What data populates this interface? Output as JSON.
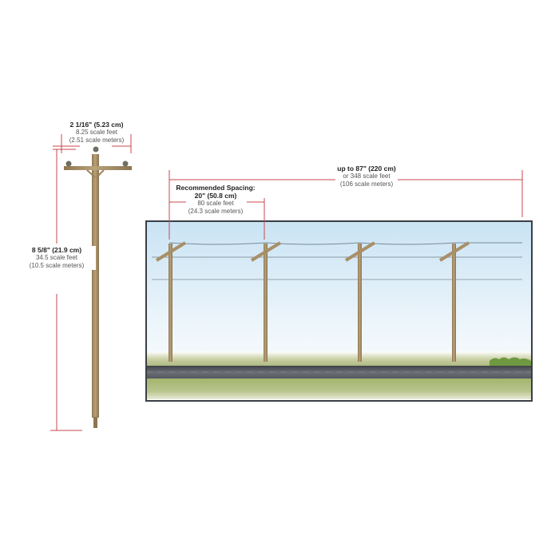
{
  "diagram": {
    "subject": "Model utility pole dimensions and recommended spacing",
    "colors": {
      "dimension_line": "#c8474f",
      "pole_wood": "#a88f68",
      "sky_top": "#cfe6f5",
      "sky_bottom": "#ffffff",
      "grass": "#a9b77a",
      "road": "#5a5d63",
      "frame_border": "#3a3f45"
    },
    "pole_width": {
      "primary": "2 1/16\" (5.23 cm)",
      "line2": "8.25 scale feet",
      "line3": "(2.51 scale meters)"
    },
    "pole_height": {
      "primary": "8 5/8\" (21.9 cm)",
      "line2": "34.5 scale feet",
      "line3": "(10.5 scale meters)"
    },
    "total_span": {
      "primary": "up to 87\" (220 cm)",
      "line2": "or 348 scale feet",
      "line3": "(106 scale meters)"
    },
    "spacing": {
      "title": "Recommended Spacing:",
      "primary": "20\" (50.8 cm)",
      "line2": "80 scale feet",
      "line3": "(24.3 scale meters)"
    },
    "scene": {
      "pole_count": 4,
      "wire_count": 3
    }
  }
}
